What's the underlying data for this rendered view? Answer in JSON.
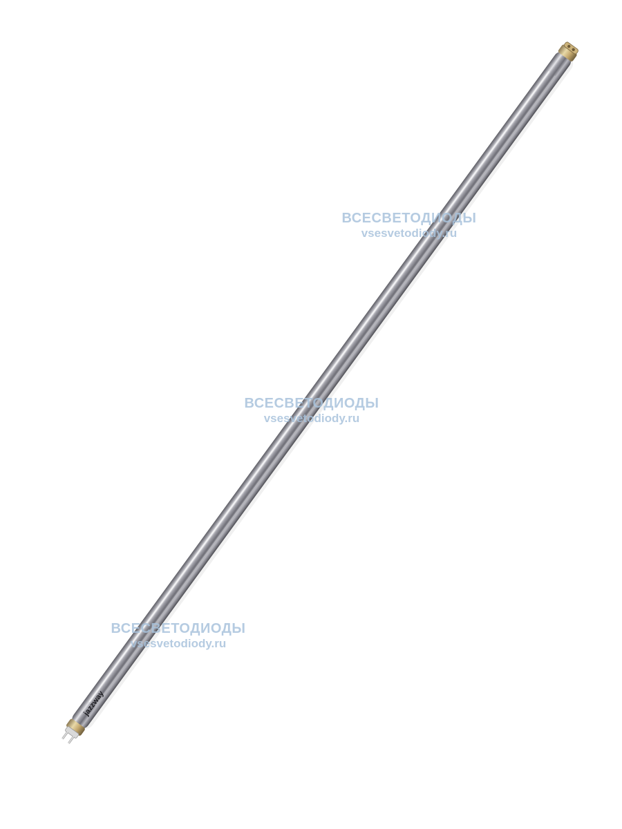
{
  "image": {
    "subject": "fluorescent tube lamp",
    "background_color": "#ffffff",
    "tube_color": "#9a9aa2",
    "end_cap_color": "#b8a070",
    "brand_print": "jazzway"
  },
  "watermarks": [
    {
      "line1": "ВСЕСВЕТОДИОДЫ",
      "line2": "vsesvetodiody.ru"
    },
    {
      "line1": "ВСЕСВЕТОДИОДЫ",
      "line2": "vsesvetodiody.ru"
    },
    {
      "line1": "ВСЕСВЕТОДИОДЫ",
      "line2": "vsesvetodiody.ru"
    }
  ]
}
